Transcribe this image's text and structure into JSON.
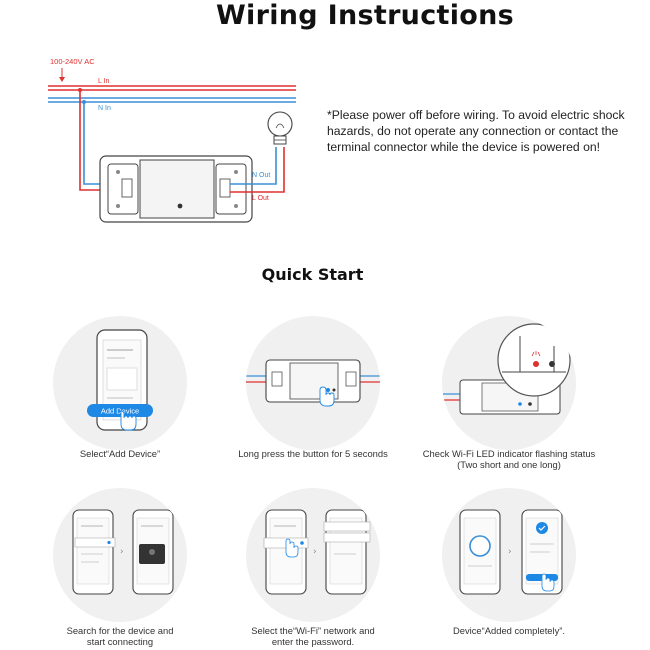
{
  "header": {
    "title": "Wiring Instructions"
  },
  "wiring": {
    "supply_label": "100-240V AC",
    "l_in": "L In",
    "n_in": "N In",
    "n_out": "N Out",
    "l_out": "L Out"
  },
  "warning": {
    "text": "*Please power off before wiring. To avoid electric shock hazards, do not operate any connection or contact the terminal connector while the device is powered on!"
  },
  "quick_start": {
    "title": "Quick Start",
    "steps": [
      {
        "caption_line1": "Select“Add Device”",
        "caption_line2": "",
        "button_label": "Add Device"
      },
      {
        "caption_line1": "Long press the button for 5 seconds",
        "caption_line2": ""
      },
      {
        "caption_line1": "Check Wi-Fi LED indicator flashing status",
        "caption_line2": "(Two short and one long)"
      },
      {
        "caption_line1": "Search for the device and",
        "caption_line2": "start connecting"
      },
      {
        "caption_line1": "Select the“Wi-Fi” network and",
        "caption_line2": "enter the password."
      },
      {
        "caption_line1": "Device“Added completely”.",
        "caption_line2": ""
      }
    ]
  },
  "colors": {
    "live": "#e03030",
    "neutral": "#3a8fd8",
    "accent": "#1e88e5"
  }
}
